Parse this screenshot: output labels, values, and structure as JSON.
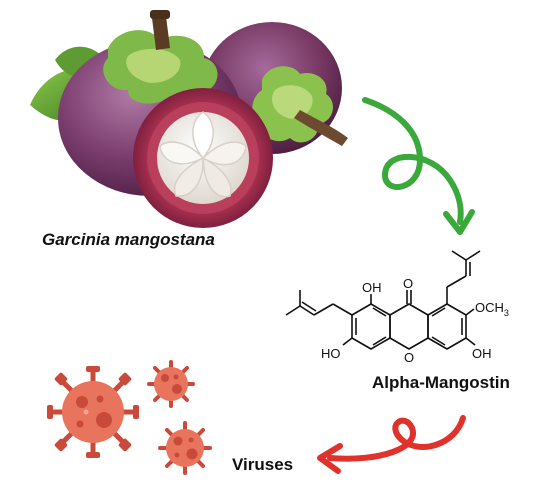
{
  "labels": {
    "fruit": "Garcinia mangostana",
    "compound": "Alpha-Mangostin",
    "target": "Viruses"
  },
  "structure_labels": {
    "oh_top": "OH",
    "carbonyl_o": "O",
    "methoxy": "OCH",
    "methoxy_sub": "3",
    "oh_left": "HO",
    "ring_o": "O",
    "oh_right": "OH"
  },
  "colors": {
    "fruit_purple": "#7a3b6b",
    "fruit_flesh": "#f4f1ec",
    "leaf_green": "#6fae3c",
    "arrow_green": "#3aa83a",
    "arrow_red": "#e0312b",
    "virus_body": "#e8745e",
    "virus_dark": "#c9493a"
  },
  "icons": [
    "mangosteen-fruit-illustration",
    "green-curly-arrow",
    "red-curly-arrow",
    "virus-icon"
  ]
}
